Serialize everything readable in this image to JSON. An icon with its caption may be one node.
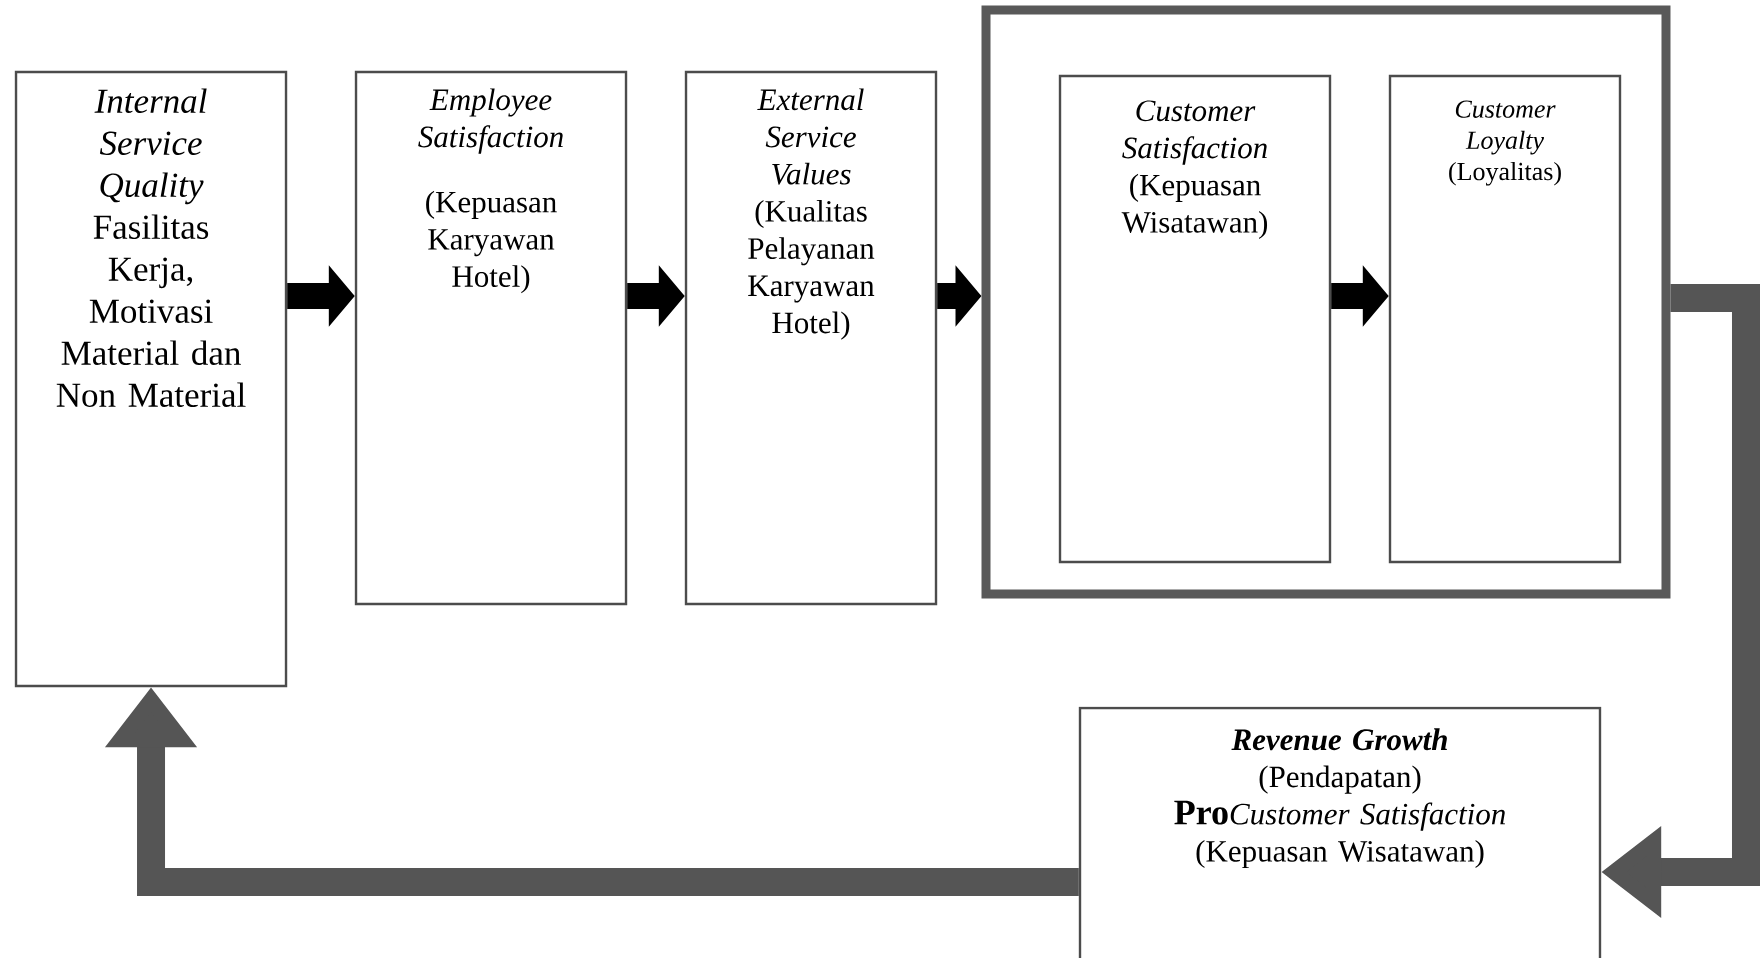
{
  "diagram": {
    "nodes": [
      {
        "text": [
          "Internal Service Quality",
          "Fasilitas Kerja, Motivasi Material dan Non Material"
        ]
      },
      {
        "text": [
          "Employee Satisfaction",
          "(Kepuasan Karyawan Hotel)"
        ]
      },
      {
        "text": [
          "External Service Values",
          "(Kualitas Pelayanan Karyawan Hotel)"
        ]
      },
      {
        "text": [],
        "shape": "box"
      },
      {
        "text": [
          "Customer Satisfaction",
          "(Kepuasan Wisatawan)"
        ],
        "in": 3
      },
      {
        "text": [
          "Customer Loyalty",
          "(Loyalitas)"
        ],
        "in": 3
      },
      {
        "text": [
          "Revenue Growth",
          "(Pendapatan)",
          "Pro",
          "Customer Satisfaction",
          "(Kepuasan Wisatawan)"
        ]
      }
    ],
    "edges": [
      {
        "from": 0,
        "to": 1,
        "arrow": "to"
      },
      {
        "from": 1,
        "to": 2,
        "arrow": "to"
      },
      {
        "from": 2,
        "to": 3,
        "arrow": "to"
      },
      {
        "from": 4,
        "to": 5,
        "arrow": "to"
      },
      {
        "from": 3,
        "to": 6,
        "arrow": "to",
        "color": "#555555"
      },
      {
        "from": 6,
        "to": 0,
        "arrow": "to",
        "color": "#555555"
      }
    ]
  }
}
